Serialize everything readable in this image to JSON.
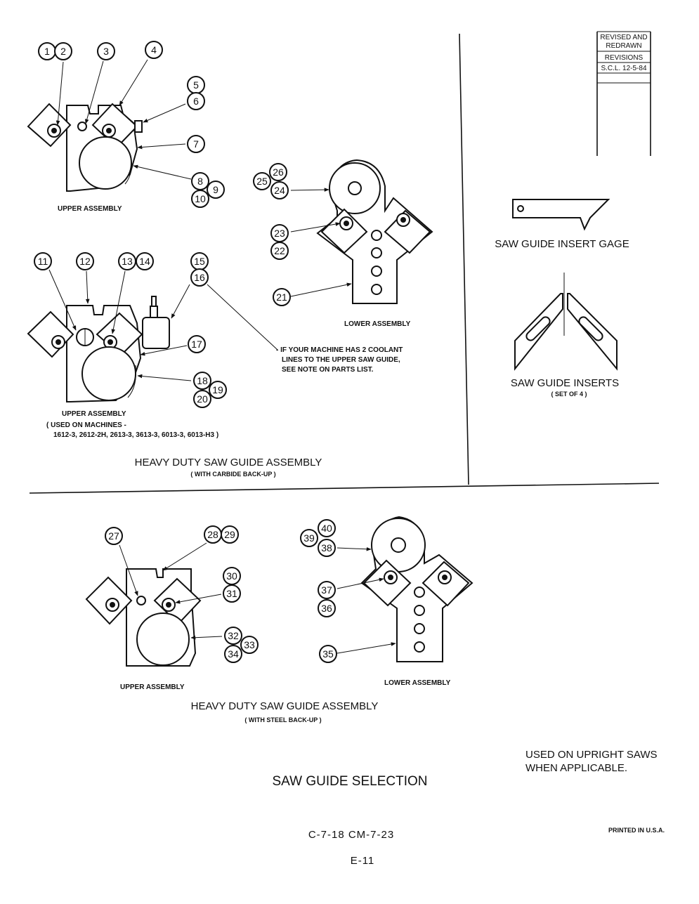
{
  "callouts": [
    "1",
    "2",
    "3",
    "4",
    "5",
    "6",
    "7",
    "8",
    "9",
    "10",
    "11",
    "12",
    "13",
    "14",
    "15",
    "16",
    "17",
    "18",
    "19",
    "20",
    "21",
    "22",
    "23",
    "24",
    "25",
    "26",
    "27",
    "28",
    "29",
    "30",
    "31",
    "32",
    "33",
    "34",
    "35",
    "36",
    "37",
    "38",
    "39",
    "40"
  ],
  "carbide_section": {
    "upper_label": "UPPER ASSEMBLY",
    "lower_label": "LOWER ASSEMBLY",
    "upper2_label": "UPPER ASSEMBLY",
    "used_on_line1": "( USED ON MACHINES -",
    "used_on_line2": "1612-3,  2612-2H,  2613-3,  3613-3,  6013-3,  6013-H3 )",
    "coolant_note": [
      "- IF YOUR MACHINE HAS 2 COOLANT",
      "LINES TO THE UPPER SAW GUIDE,",
      "SEE NOTE ON PARTS LIST."
    ],
    "title": "HEAVY DUTY SAW GUIDE ASSEMBLY",
    "subtitle": "( WITH CARBIDE BACK-UP )"
  },
  "side_panel": {
    "revision_box": [
      "REVISED AND",
      "REDRAWN",
      "REVISIONS",
      "S.C.L. 12-5-84"
    ],
    "gage_label": "SAW GUIDE INSERT GAGE",
    "inserts_label": "SAW GUIDE INSERTS",
    "inserts_sub": "( SET OF 4 )"
  },
  "steel_section": {
    "upper_label": "UPPER ASSEMBLY",
    "lower_label": "LOWER ASSEMBLY",
    "title": "HEAVY DUTY SAW GUIDE ASSEMBLY",
    "subtitle": "( WITH STEEL BACK-UP )"
  },
  "footer": {
    "main_title": "SAW GUIDE SELECTION",
    "usage_note": [
      "USED ON UPRIGHT SAWS",
      "WHEN APPLICABLE."
    ],
    "doc_code": "C-7-18   CM-7-23",
    "page_number": "E-11",
    "printed": "PRINTED IN U.S.A."
  }
}
